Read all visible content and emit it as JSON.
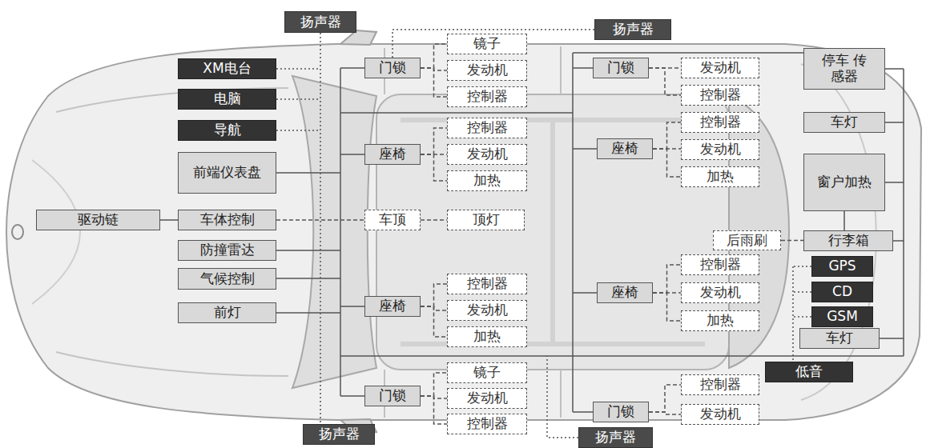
{
  "diagram": {
    "nodes": [
      {
        "text": [
          "扬声器"
        ]
      },
      {
        "text": [
          "扬声器"
        ]
      },
      {
        "text": [
          "XM电台"
        ]
      },
      {
        "text": [
          "门锁"
        ]
      },
      {
        "text": [
          "镜子"
        ]
      },
      {
        "text": [
          "发动机"
        ]
      },
      {
        "text": [
          "控制器"
        ]
      },
      {
        "text": [
          "门锁"
        ]
      },
      {
        "text": [
          "发动机"
        ]
      },
      {
        "text": [
          "控制器"
        ]
      },
      {
        "text": [
          "停车 传感器"
        ]
      },
      {
        "text": [
          "电脑"
        ]
      },
      {
        "text": [
          "导航"
        ]
      },
      {
        "text": [
          "座椅"
        ]
      },
      {
        "text": [
          "控制器"
        ]
      },
      {
        "text": [
          "发动机"
        ]
      },
      {
        "text": [
          "加热"
        ]
      },
      {
        "text": [
          "控制器"
        ]
      },
      {
        "text": [
          "车灯"
        ]
      },
      {
        "text": [
          "座椅"
        ]
      },
      {
        "text": [
          "发动机"
        ]
      },
      {
        "text": [
          "加热"
        ]
      },
      {
        "text": [
          "前端仪表盘"
        ]
      },
      {
        "text": [
          "窗户加热"
        ]
      },
      {
        "text": [
          "驱动链"
        ]
      },
      {
        "text": [
          "车体控制"
        ]
      },
      {
        "text": [
          "车顶"
        ]
      },
      {
        "text": [
          "顶灯"
        ]
      },
      {
        "text": [
          "后雨刷"
        ]
      },
      {
        "text": [
          "行李箱"
        ]
      },
      {
        "text": [
          "防撞雷达"
        ]
      },
      {
        "text": [
          "控制器"
        ]
      },
      {
        "text": [
          "GPS"
        ]
      },
      {
        "text": [
          "气候控制"
        ]
      },
      {
        "text": [
          "座椅"
        ]
      },
      {
        "text": [
          "控制器"
        ]
      },
      {
        "text": [
          "发动机"
        ]
      },
      {
        "text": [
          "加热"
        ]
      },
      {
        "text": [
          "座椅"
        ]
      },
      {
        "text": [
          "发动机"
        ]
      },
      {
        "text": [
          "CD"
        ]
      },
      {
        "text": [
          "GSM"
        ]
      },
      {
        "text": [
          "前灯"
        ]
      },
      {
        "text": [
          "加热"
        ]
      },
      {
        "text": [
          "车灯"
        ]
      },
      {
        "text": [
          "镜子"
        ]
      },
      {
        "text": [
          "低音"
        ]
      },
      {
        "text": [
          "控制器"
        ]
      },
      {
        "text": [
          "门锁"
        ]
      },
      {
        "text": [
          "发动机"
        ]
      },
      {
        "text": [
          "控制器"
        ]
      },
      {
        "text": [
          "门锁"
        ]
      },
      {
        "text": [
          "发动机"
        ]
      },
      {
        "text": [
          "扬声器"
        ]
      },
      {
        "text": [
          "扬声器"
        ]
      }
    ],
    "edges": [
      {
        "from": 3,
        "to": 4,
        "arrow": "none"
      },
      {
        "from": 3,
        "to": 5,
        "arrow": "none"
      },
      {
        "from": 3,
        "to": 6,
        "arrow": "none"
      },
      {
        "from": 7,
        "to": 8,
        "arrow": "none"
      },
      {
        "from": 7,
        "to": 9,
        "arrow": "none"
      },
      {
        "from": 13,
        "to": 14,
        "arrow": "none"
      },
      {
        "from": 13,
        "to": 15,
        "arrow": "none"
      },
      {
        "from": 13,
        "to": 16,
        "arrow": "none"
      },
      {
        "from": 19,
        "to": 17,
        "arrow": "none"
      },
      {
        "from": 19,
        "to": 20,
        "arrow": "none"
      },
      {
        "from": 19,
        "to": 21,
        "arrow": "none"
      },
      {
        "from": 24,
        "to": 25,
        "arrow": "none"
      },
      {
        "from": 25,
        "to": 26,
        "arrow": "none"
      },
      {
        "from": 26,
        "to": 27,
        "arrow": "none"
      },
      {
        "from": 28,
        "to": 29,
        "arrow": "none"
      },
      {
        "from": 23,
        "to": 29,
        "arrow": "none"
      },
      {
        "from": 34,
        "to": 35,
        "arrow": "none"
      },
      {
        "from": 34,
        "to": 36,
        "arrow": "none"
      },
      {
        "from": 34,
        "to": 37,
        "arrow": "none"
      },
      {
        "from": 38,
        "to": 31,
        "arrow": "none"
      },
      {
        "from": 38,
        "to": 39,
        "arrow": "none"
      },
      {
        "from": 38,
        "to": 43,
        "arrow": "none"
      },
      {
        "from": 48,
        "to": 45,
        "arrow": "none"
      },
      {
        "from": 48,
        "to": 49,
        "arrow": "none"
      },
      {
        "from": 48,
        "to": 50,
        "arrow": "none"
      },
      {
        "from": 51,
        "to": 47,
        "arrow": "none"
      },
      {
        "from": 51,
        "to": 52,
        "arrow": "none"
      }
    ]
  }
}
